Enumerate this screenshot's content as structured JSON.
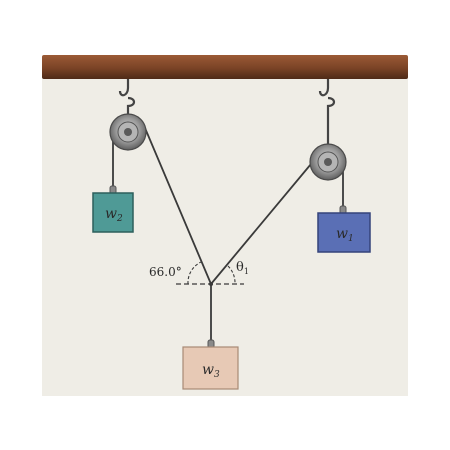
{
  "labels": {
    "w1": {
      "base": "w",
      "sub": "1"
    },
    "w2": {
      "base": "w",
      "sub": "2"
    },
    "w3": {
      "base": "w",
      "sub": "3"
    },
    "angle_left": "66.0°",
    "angle_right": {
      "base": "θ",
      "sub": "1"
    }
  },
  "colors": {
    "ceiling": "#7a4326",
    "background": "#efede6",
    "rope": "#3a3a3a",
    "w1": "#5a6fb5",
    "w2": "#4f9a96",
    "w3": "#e7c9b5",
    "pulley": "#8c8c8c"
  }
}
